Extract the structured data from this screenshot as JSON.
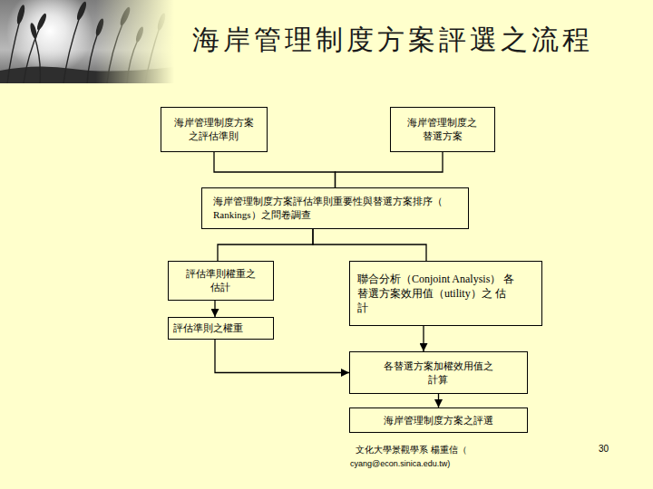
{
  "diagram": {
    "title": "海岸管理制度方案評選之流程",
    "nodes": [
      {
        "text": [
          "海岸管理制度方案 之評估準則"
        ]
      },
      {
        "text": [
          "海岸管理制度之 替選方案"
        ]
      },
      {
        "text": [
          "海岸管理制度方案評估準則重要性與替選方案排序（ Rankings）之問卷調查"
        ]
      },
      {
        "text": [
          "評估準則權重之 估計"
        ]
      },
      {
        "text": [
          "聯合分析（Conjoint Analysis） 各替選方案效用值（utility）之 估計"
        ]
      },
      {
        "text": [
          "評估準則之權重"
        ]
      },
      {
        "text": [
          "各替選方案加權效用值之 計算"
        ]
      },
      {
        "text": [
          "海岸管理制度方案之評選"
        ]
      }
    ],
    "edges": [
      {
        "from": 0,
        "to": 2,
        "arrow": "none"
      },
      {
        "from": 1,
        "to": 2,
        "arrow": "none"
      },
      {
        "from": 2,
        "to": 3,
        "arrow": "none"
      },
      {
        "from": 2,
        "to": 4,
        "arrow": "none"
      },
      {
        "from": 3,
        "to": 5,
        "arrow": "to"
      },
      {
        "from": 4,
        "to": 6,
        "arrow": "to"
      },
      {
        "from": 5,
        "to": 6,
        "arrow": "to"
      },
      {
        "from": 6,
        "to": 7,
        "arrow": "to"
      }
    ],
    "labels": [
      "文化大學景觀學系 楊重信（",
      "cyang@econ.sinica.edu.tw)",
      "30"
    ]
  }
}
